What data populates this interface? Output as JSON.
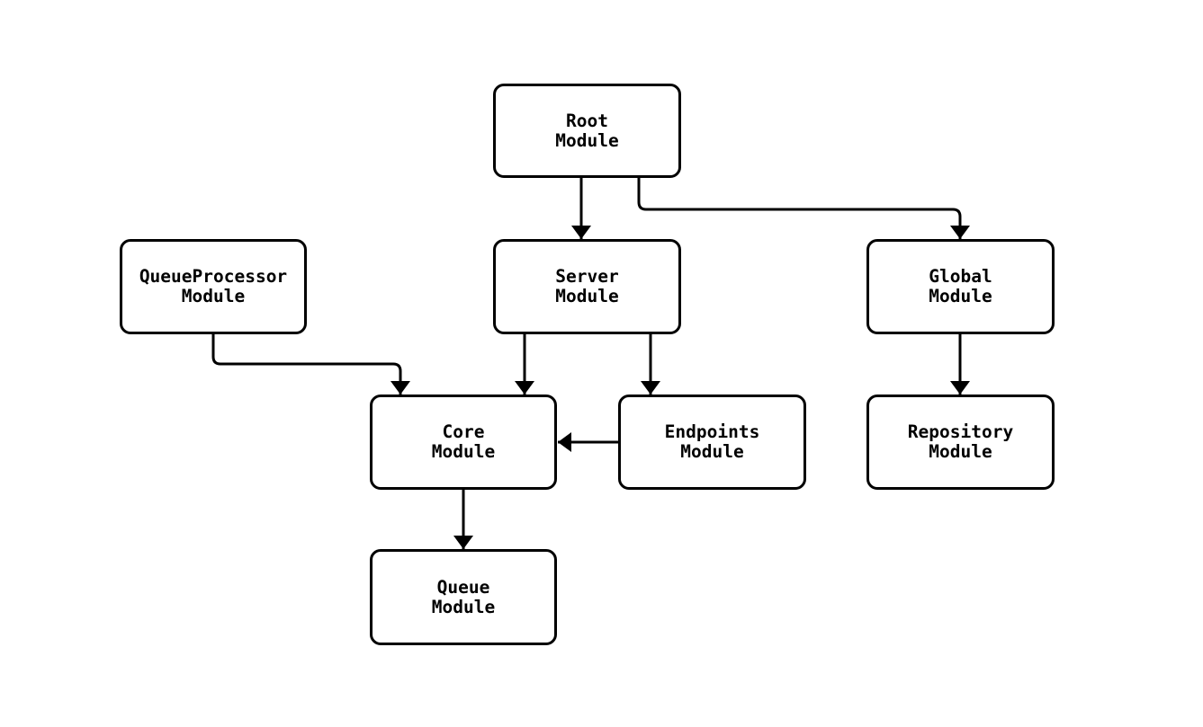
{
  "diagram": {
    "title": "module-dependency-graph",
    "background_color": "#ffffff",
    "stroke_color": "#000000",
    "node_fill_color": "#ffffff",
    "text_color": "#000000",
    "nodes": {
      "root": {
        "line1": "Root",
        "line2": "Module"
      },
      "queue_processor": {
        "line1": "QueueProcessor",
        "line2": "Module"
      },
      "server": {
        "line1": "Server",
        "line2": "Module"
      },
      "global": {
        "line1": "Global",
        "line2": "Module"
      },
      "core": {
        "line1": "Core",
        "line2": "Module"
      },
      "endpoints": {
        "line1": "Endpoints",
        "line2": "Module"
      },
      "repository": {
        "line1": "Repository",
        "line2": "Module"
      },
      "queue": {
        "line1": "Queue",
        "line2": "Module"
      }
    },
    "edges": [
      {
        "from": "Root Module",
        "to": "Server Module"
      },
      {
        "from": "Root Module",
        "to": "Global Module"
      },
      {
        "from": "QueueProcessor Module",
        "to": "Core Module"
      },
      {
        "from": "Server Module",
        "to": "Core Module"
      },
      {
        "from": "Server Module",
        "to": "Endpoints Module"
      },
      {
        "from": "Endpoints Module",
        "to": "Core Module"
      },
      {
        "from": "Global Module",
        "to": "Repository Module"
      },
      {
        "from": "Core Module",
        "to": "Queue Module"
      }
    ]
  }
}
